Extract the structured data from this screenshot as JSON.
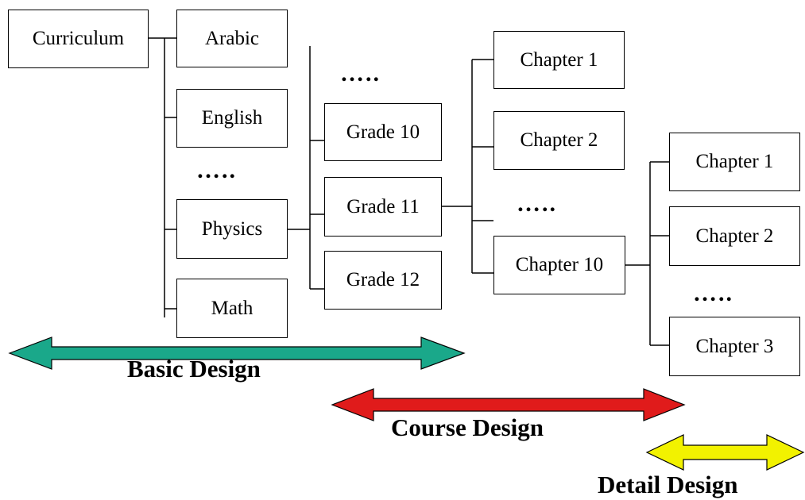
{
  "nodes": {
    "curriculum": "Curriculum",
    "subjects": [
      "Arabic",
      "English",
      "Physics",
      "Math"
    ],
    "grades": [
      "Grade 10",
      "Grade 11",
      "Grade 12"
    ],
    "course_chapters": [
      "Chapter 1",
      "Chapter 2",
      "Chapter 10"
    ],
    "detail_chapters": [
      "Chapter 1",
      "Chapter 2",
      "Chapter 3"
    ]
  },
  "ellipsis": "…..",
  "ranges": {
    "basic": {
      "label": "Basic Design",
      "color": "#1aa88a"
    },
    "course": {
      "label": "Course Design",
      "color": "#e01b1b"
    },
    "detail": {
      "label": "Detail Design",
      "color": "#f2f200"
    }
  }
}
